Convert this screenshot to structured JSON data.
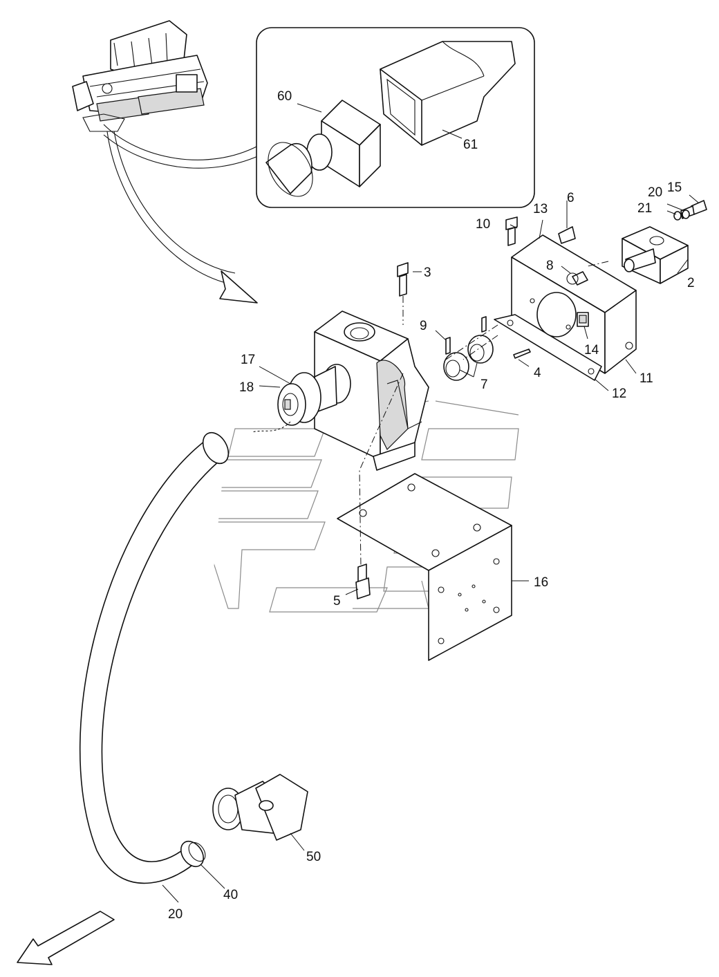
{
  "callouts": {
    "c60": "60",
    "c61": "61",
    "c2": "2",
    "c3": "3",
    "c4": "4",
    "c5": "5",
    "c6": "6",
    "c7": "7",
    "c8": "8",
    "c9": "9",
    "c10": "10",
    "c11": "11",
    "c12": "12",
    "c13": "13",
    "c14": "14",
    "c15": "15",
    "c16": "16",
    "c17": "17",
    "c18": "18",
    "c20a": "20",
    "c20b": "20",
    "c21": "21",
    "c40": "40",
    "c50": "50"
  },
  "colors": {
    "line": "#111111",
    "ghost": "#8a8a8a",
    "background": "#ffffff"
  }
}
